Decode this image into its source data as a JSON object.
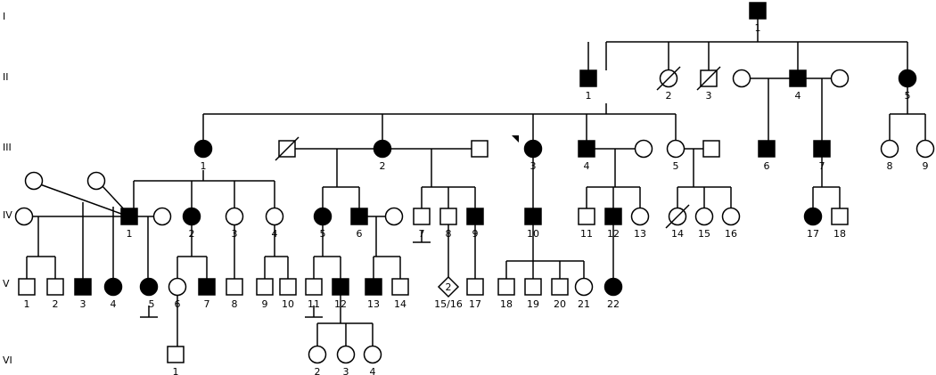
{
  "generations": [
    "I",
    "II",
    "III",
    "IV",
    "V",
    "VI"
  ],
  "colors": {
    "affected": "#000000",
    "unaffected": "#ffffff",
    "line": "#000000"
  },
  "individuals": {
    "I-1": {
      "label": "1",
      "sex": "male",
      "affected": true
    },
    "II-1": {
      "label": "1",
      "sex": "male",
      "affected": true
    },
    "II-2": {
      "label": "2",
      "sex": "female",
      "affected": false,
      "deceased": true
    },
    "II-3": {
      "label": "3",
      "sex": "male",
      "affected": false,
      "deceased": true
    },
    "II-4": {
      "label": "4",
      "sex": "male",
      "affected": true
    },
    "II-4a": {
      "label": "",
      "sex": "female",
      "affected": false
    },
    "II-4b": {
      "label": "",
      "sex": "female",
      "affected": false
    },
    "II-5": {
      "label": "5",
      "sex": "female",
      "affected": true
    },
    "III-1": {
      "label": "1",
      "sex": "female",
      "affected": true
    },
    "III-2s1": {
      "label": "",
      "sex": "male",
      "affected": false,
      "deceased": true
    },
    "III-2": {
      "label": "2",
      "sex": "female",
      "affected": true
    },
    "III-2s2": {
      "label": "",
      "sex": "male",
      "affected": false
    },
    "III-3": {
      "label": "3",
      "sex": "female",
      "affected": true,
      "proband": true
    },
    "III-4": {
      "label": "4",
      "sex": "male",
      "affected": true
    },
    "III-4s": {
      "label": "",
      "sex": "female",
      "affected": false
    },
    "III-5": {
      "label": "5",
      "sex": "female",
      "affected": false
    },
    "III-5s": {
      "label": "",
      "sex": "male",
      "affected": false
    },
    "III-6": {
      "label": "6",
      "sex": "male",
      "affected": true
    },
    "III-7": {
      "label": "7",
      "sex": "male",
      "affected": true
    },
    "III-8": {
      "label": "8",
      "sex": "female",
      "affected": false
    },
    "III-9": {
      "label": "9",
      "sex": "female",
      "affected": false
    },
    "IV-1": {
      "label": "1",
      "sex": "male",
      "affected": true
    },
    "IV-1a": {
      "label": "",
      "sex": "female",
      "affected": false
    },
    "IV-1b": {
      "label": "",
      "sex": "female",
      "affected": false
    },
    "IV-1c": {
      "label": "",
      "sex": "female",
      "affected": false
    },
    "IV-1d": {
      "label": "",
      "sex": "female",
      "affected": false
    },
    "IV-2": {
      "label": "2",
      "sex": "female",
      "affected": true
    },
    "IV-3": {
      "label": "3",
      "sex": "female",
      "affected": false
    },
    "IV-4": {
      "label": "4",
      "sex": "female",
      "affected": false
    },
    "IV-5": {
      "label": "5",
      "sex": "female",
      "affected": true
    },
    "IV-6": {
      "label": "6",
      "sex": "male",
      "affected": true
    },
    "IV-6s": {
      "label": "",
      "sex": "female",
      "affected": false
    },
    "IV-7": {
      "label": "7",
      "sex": "male",
      "affected": false
    },
    "IV-8": {
      "label": "8",
      "sex": "male",
      "affected": false
    },
    "IV-9": {
      "label": "9",
      "sex": "male",
      "affected": true
    },
    "IV-10": {
      "label": "10",
      "sex": "male",
      "affected": true
    },
    "IV-11": {
      "label": "11",
      "sex": "male",
      "affected": false
    },
    "IV-12": {
      "label": "12",
      "sex": "male",
      "affected": true
    },
    "IV-13": {
      "label": "13",
      "sex": "female",
      "affected": false
    },
    "IV-14": {
      "label": "14",
      "sex": "female",
      "affected": false,
      "deceased": true
    },
    "IV-15": {
      "label": "15",
      "sex": "female",
      "affected": false
    },
    "IV-16": {
      "label": "16",
      "sex": "female",
      "affected": false
    },
    "IV-17": {
      "label": "17",
      "sex": "female",
      "affected": true
    },
    "IV-18": {
      "label": "18",
      "sex": "male",
      "affected": false
    },
    "V-1": {
      "label": "1",
      "sex": "male",
      "affected": false
    },
    "V-2": {
      "label": "2",
      "sex": "male",
      "affected": false
    },
    "V-3": {
      "label": "3",
      "sex": "male",
      "affected": true
    },
    "V-4": {
      "label": "4",
      "sex": "female",
      "affected": true
    },
    "V-5": {
      "label": "5",
      "sex": "female",
      "affected": true
    },
    "V-6": {
      "label": "6",
      "sex": "female",
      "affected": false
    },
    "V-7": {
      "label": "7",
      "sex": "male",
      "affected": true
    },
    "V-8": {
      "label": "8",
      "sex": "male",
      "affected": false
    },
    "V-9": {
      "label": "9",
      "sex": "male",
      "affected": false
    },
    "V-10": {
      "label": "10",
      "sex": "male",
      "affected": false
    },
    "V-11": {
      "label": "11",
      "sex": "male",
      "affected": false
    },
    "V-12": {
      "label": "12",
      "sex": "male",
      "affected": true
    },
    "V-13": {
      "label": "13",
      "sex": "male",
      "affected": true
    },
    "V-14": {
      "label": "14",
      "sex": "male",
      "affected": false
    },
    "V-15/16": {
      "label": "15/16",
      "sex": "unknown",
      "affected": false,
      "count": "2"
    },
    "V-17": {
      "label": "17",
      "sex": "male",
      "affected": false
    },
    "V-18": {
      "label": "18",
      "sex": "male",
      "affected": false
    },
    "V-19": {
      "label": "19",
      "sex": "male",
      "affected": false
    },
    "V-20": {
      "label": "20",
      "sex": "male",
      "affected": false
    },
    "V-21": {
      "label": "21",
      "sex": "female",
      "affected": false
    },
    "V-22": {
      "label": "22",
      "sex": "female",
      "affected": true
    },
    "VI-1": {
      "label": "1",
      "sex": "male",
      "affected": false
    },
    "VI-2": {
      "label": "2",
      "sex": "female",
      "affected": false
    },
    "VI-3": {
      "label": "3",
      "sex": "female",
      "affected": false
    },
    "VI-4": {
      "label": "4",
      "sex": "female",
      "affected": false
    }
  }
}
